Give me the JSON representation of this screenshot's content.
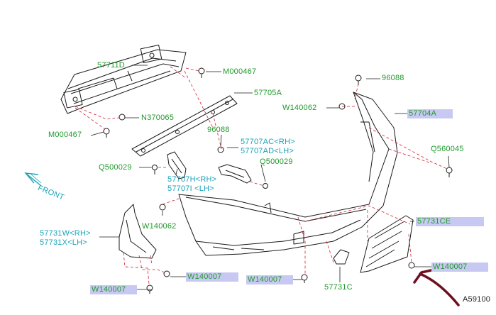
{
  "labels": {
    "p57711D": "57711D",
    "pM000467a": "M000467",
    "p57705A": "57705A",
    "pN370065": "N370065",
    "pM000467b": "M000467",
    "p96088a": "96088",
    "pW140062a": "W140062",
    "p57704A": "57704A",
    "pQ560045": "Q560045",
    "p96088b": "96088",
    "p57707AC": "57707AC<RH>",
    "p57707AD": "57707AD<LH>",
    "pQ500029a": "Q500029",
    "pQ500029b": "Q500029",
    "p57707H": "57707H<RH>",
    "p57707I": "57707I <LH>",
    "pW140062b": "W140062",
    "p57731W": "57731W<RH>",
    "p57731X": "57731X<LH>",
    "p57731CE": "57731CE",
    "pW140007a": "W140007",
    "pW140007b": "W140007",
    "pW140007c": "W140007",
    "pW140007d": "W140007",
    "p57731C": "57731C",
    "front": "FRONT",
    "code": "A59100"
  },
  "colors": {
    "part_label": "#1f9a2a",
    "side_label": "#1aa3b8",
    "highlight": "#c8c9f2",
    "leader_dash": "#d02030",
    "annotation_arrow": "#6e0f1f",
    "line_art": "#1a1a1a"
  },
  "icons": [
    "front-arrow-icon",
    "annotation-arrow-icon"
  ]
}
